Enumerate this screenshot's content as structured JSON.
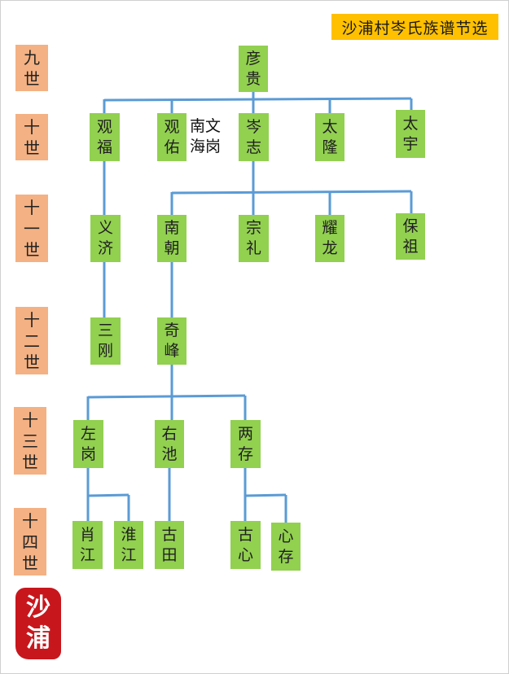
{
  "title": "沙浦村岑氏族谱节选",
  "colors": {
    "node": "#92d050",
    "generation": "#f4b183",
    "title_bg": "#ffc000",
    "line": "#5b9bd5",
    "seal": "#c8161d"
  },
  "generations": [
    {
      "top": "九",
      "bottom": "世"
    },
    {
      "top": "十",
      "bottom": "世"
    },
    {
      "top": "十",
      "mid": "一",
      "bottom": "世"
    },
    {
      "top": "十",
      "mid": "二",
      "bottom": "世"
    },
    {
      "top": "十",
      "mid": "三",
      "bottom": "世"
    },
    {
      "top": "十",
      "mid": "四",
      "bottom": "世"
    }
  ],
  "people": {
    "yangui": {
      "c1": "彦",
      "c2": "贵"
    },
    "guanfu": {
      "c1": "观",
      "c2": "福"
    },
    "guanyou": {
      "c1": "观",
      "c2": "佑"
    },
    "cenzhi": {
      "c1": "岑",
      "c2": "志"
    },
    "tailong": {
      "c1": "太",
      "c2": "隆"
    },
    "taiyu": {
      "c1": "太",
      "c2": "宇"
    },
    "yiji": {
      "c1": "义",
      "c2": "济"
    },
    "nanchao": {
      "c1": "南",
      "c2": "朝"
    },
    "zongli": {
      "c1": "宗",
      "c2": "礼"
    },
    "yaolong": {
      "c1": "耀",
      "c2": "龙"
    },
    "baozu": {
      "c1": "保",
      "c2": "祖"
    },
    "sangang": {
      "c1": "三",
      "c2": "刚"
    },
    "qifeng": {
      "c1": "奇",
      "c2": "峰"
    },
    "zuogang": {
      "c1": "左",
      "c2": "岗"
    },
    "youchi": {
      "c1": "右",
      "c2": "池"
    },
    "liangcun": {
      "c1": "两",
      "c2": "存"
    },
    "xiaojiang": {
      "c1": "肖",
      "c2": "江"
    },
    "huaijiang": {
      "c1": "淮",
      "c2": "江"
    },
    "gutian": {
      "c1": "古",
      "c2": "田"
    },
    "guxin": {
      "c1": "古",
      "c2": "心"
    },
    "xincun": {
      "c1": "心",
      "c2": "存"
    }
  },
  "note": {
    "line1": "南文",
    "line2": "海岗"
  },
  "seal": {
    "c1": "沙",
    "c2": "浦"
  }
}
